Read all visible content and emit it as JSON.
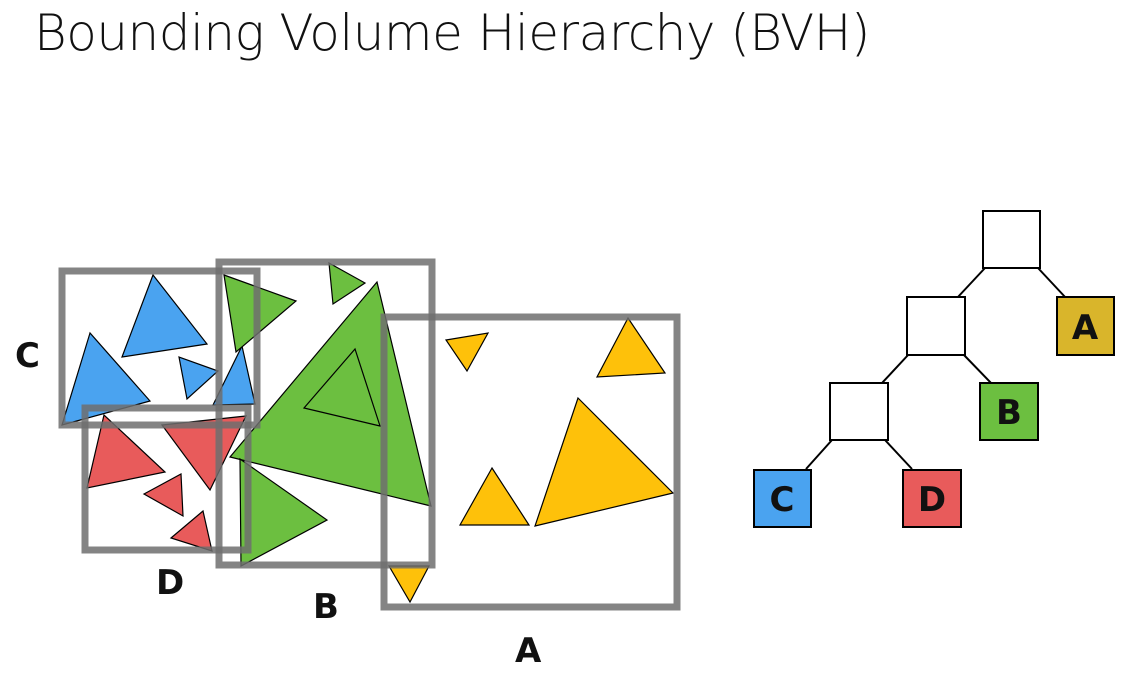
{
  "title": "Bounding Volume Hierarchy (BVH)",
  "colors": {
    "blue": "#4aa3f0",
    "red": "#e85b5b",
    "green": "#6cbf40",
    "yellow": "#fec10a",
    "tree_leaf_a": "#d9b52b",
    "box_stroke": "#7a7a7a"
  },
  "boxes": {
    "C": "C",
    "D": "D",
    "B": "B",
    "A": "A"
  },
  "tree": {
    "leaf_a": "A",
    "leaf_b": "B",
    "leaf_c": "C",
    "leaf_d": "D"
  }
}
